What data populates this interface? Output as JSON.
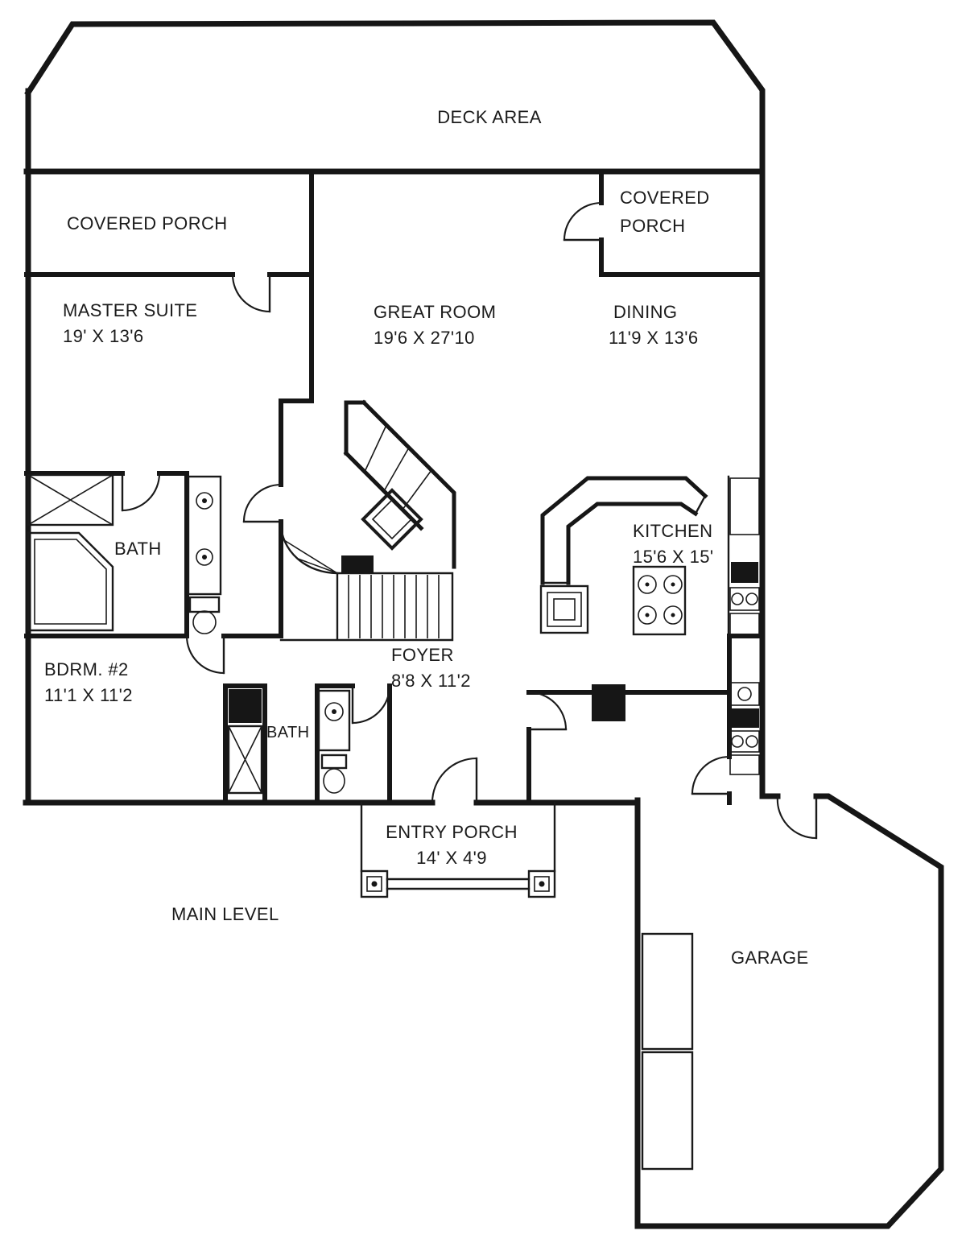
{
  "plan": {
    "deck": {
      "label": "DECK AREA"
    },
    "covered_porch_left": {
      "label": "COVERED PORCH"
    },
    "covered_porch_right": {
      "line1": "COVERED",
      "line2": "PORCH"
    },
    "master_suite": {
      "label": "MASTER SUITE",
      "dims": "19' X 13'6"
    },
    "great_room": {
      "label": "GREAT ROOM",
      "dims": "19'6 X 27'10"
    },
    "dining": {
      "label": "DINING",
      "dims": "11'9 X 13'6"
    },
    "master_bath": {
      "label": "BATH"
    },
    "kitchen": {
      "label": "KITCHEN",
      "dims": "15'6 X 15'"
    },
    "bedroom_2": {
      "label": "BDRM. #2",
      "dims": "11'1 X 11'2"
    },
    "foyer": {
      "label": "FOYER",
      "dims": "8'8 X 11'2"
    },
    "hall_bath": {
      "label": "BATH"
    },
    "entry_porch": {
      "label": "ENTRY PORCH",
      "dims": "14' X 4'9"
    },
    "level": {
      "label": "MAIN LEVEL"
    },
    "garage": {
      "label": "GARAGE"
    }
  },
  "colors": {
    "ink": "#161616",
    "paper": "#ffffff"
  }
}
